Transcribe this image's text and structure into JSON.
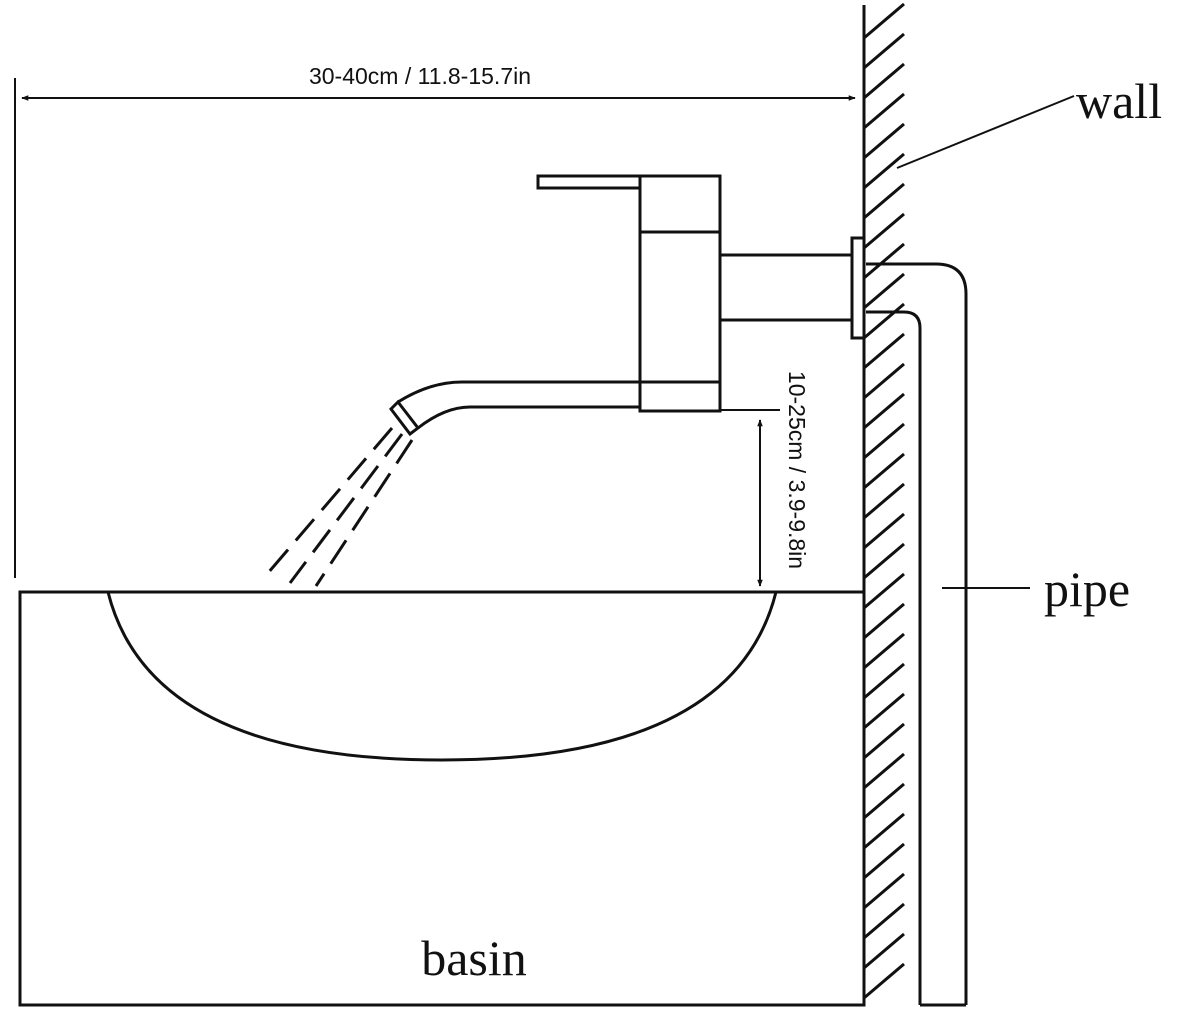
{
  "labels": {
    "wall": "wall",
    "pipe": "pipe",
    "basin": "basin"
  },
  "dimensions": {
    "horizontal": "30-40cm / 11.8-15.7in",
    "vertical": "10-25cm / 3.9-9.8in"
  }
}
